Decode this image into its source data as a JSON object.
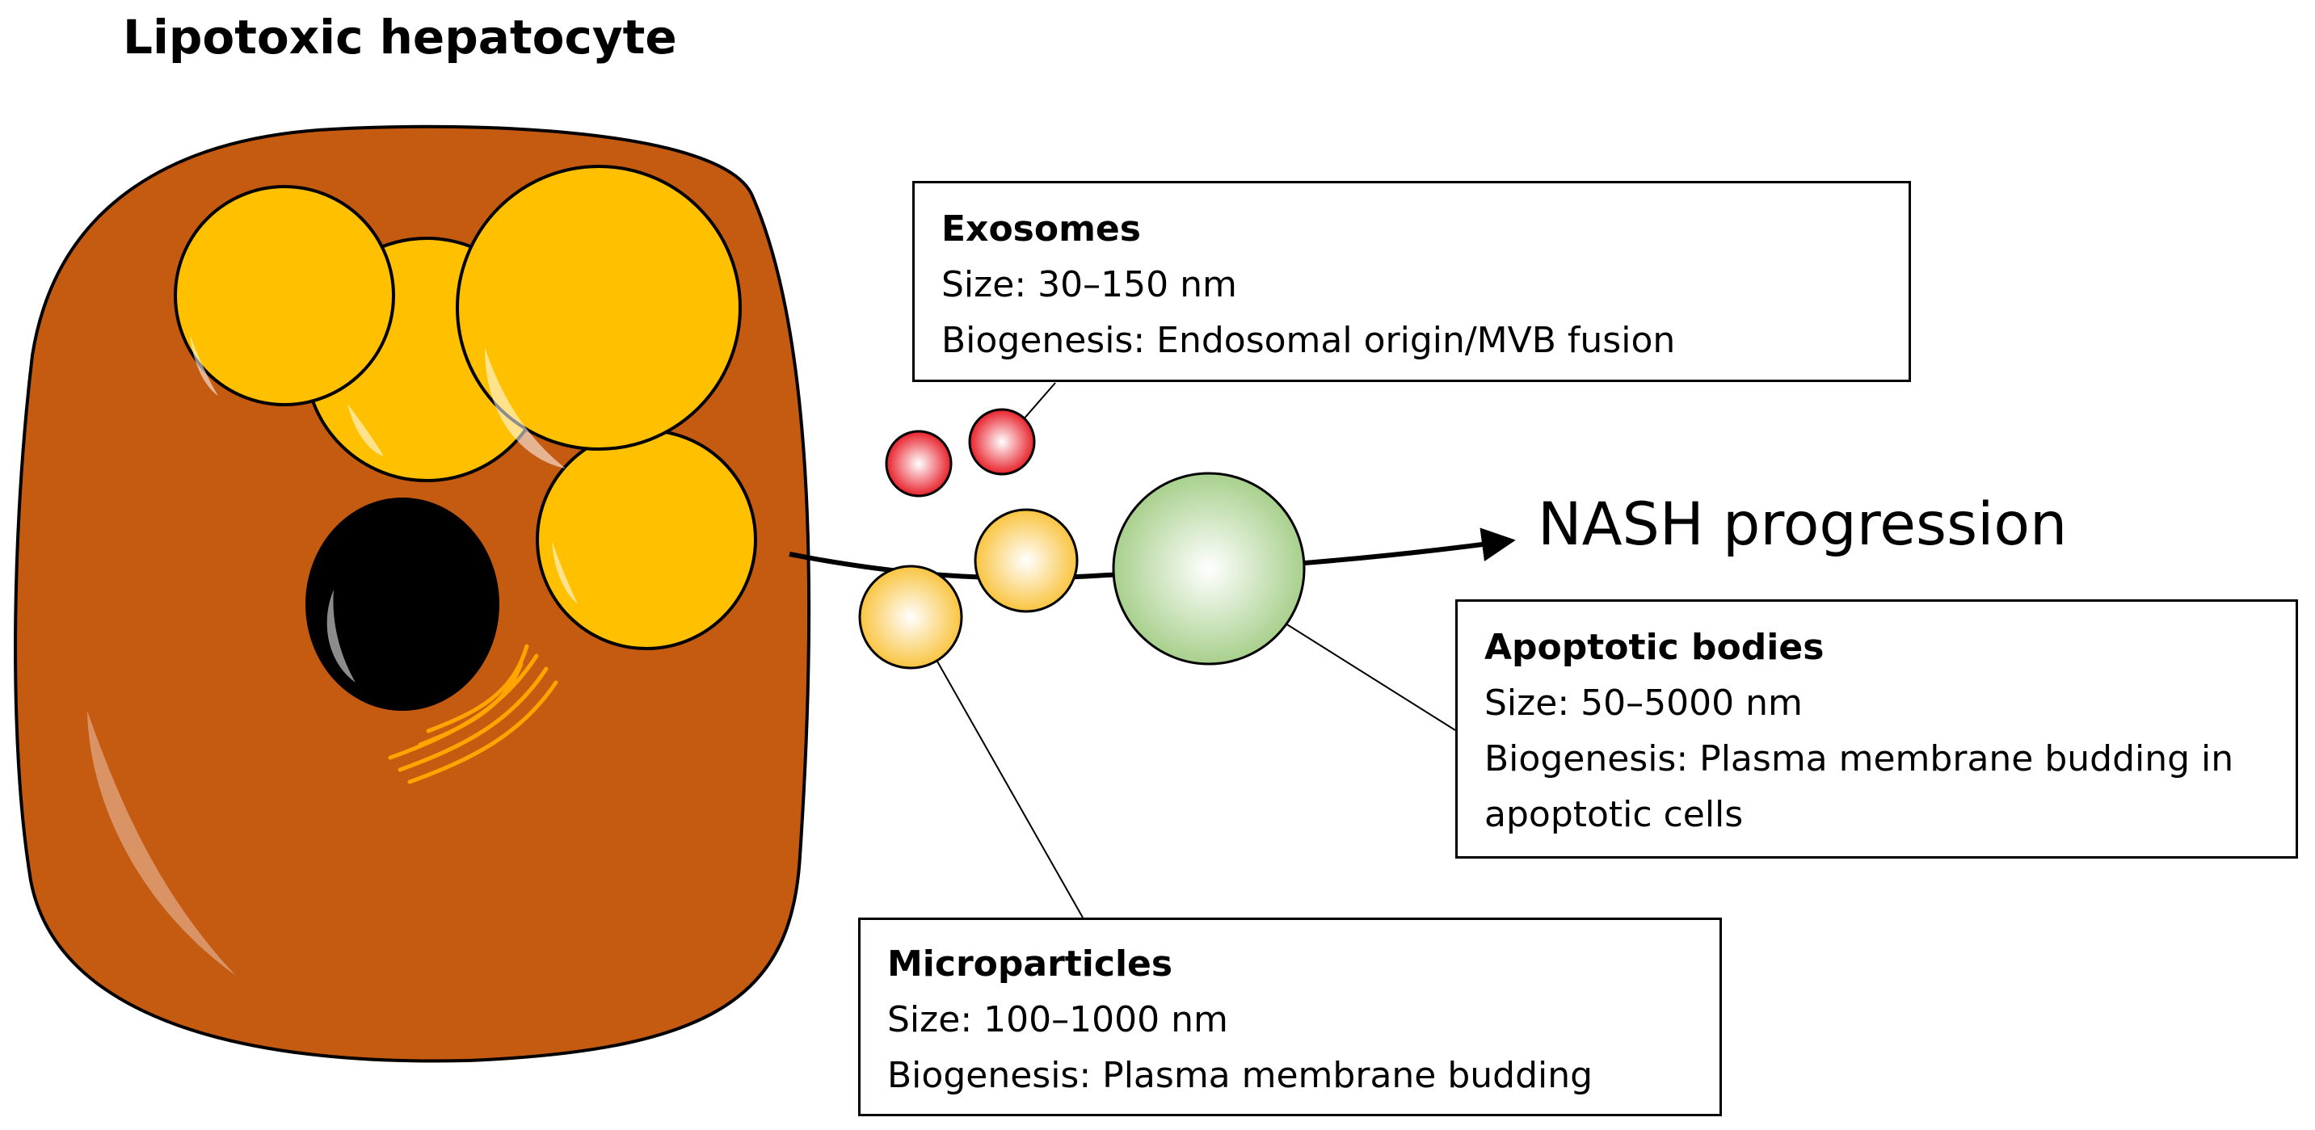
{
  "title": "Lipotoxic hepatocyte",
  "outcome_label": "NASH progression",
  "colors": {
    "cell_body": "#C55A11",
    "lipid_droplet": "#FFC000",
    "nucleus": "#000000",
    "golgi": "#FFA500",
    "exosome": "#E8202A",
    "microparticle": "#F9C440",
    "apoptotic_body": "#A8D08D"
  },
  "boxes": {
    "exosomes": {
      "title": "Exosomes",
      "size": "Size: 30–150 nm",
      "biogenesis": "Biogenesis: Endosomal origin/MVB fusion"
    },
    "apoptotic_bodies": {
      "title": "Apoptotic bodies",
      "size": "Size: 50–5000 nm",
      "biogenesis": "Biogenesis: Plasma membrane budding in apoptotic cells"
    },
    "microparticles": {
      "title": "Microparticles",
      "size": "Size: 100–1000 nm",
      "biogenesis": "Biogenesis: Plasma membrane budding"
    }
  }
}
